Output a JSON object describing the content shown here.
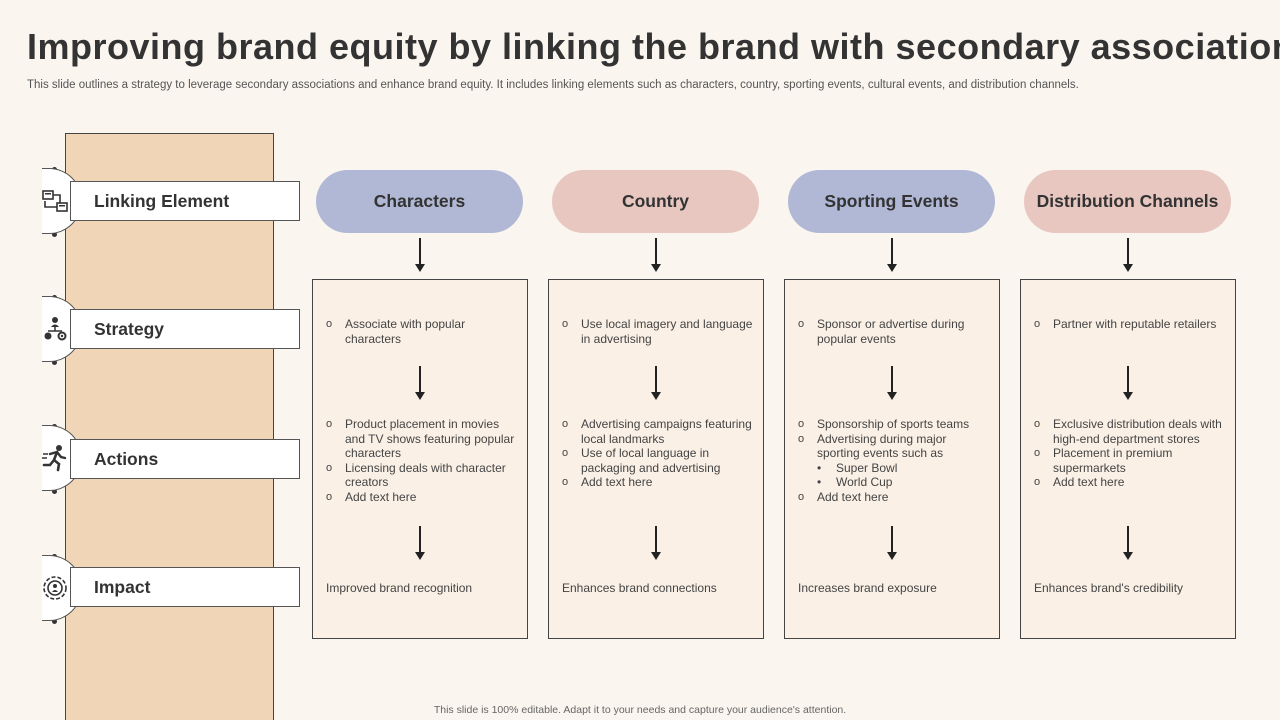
{
  "title": "Improving brand equity by linking the brand with secondary associations",
  "subtitle": "This slide outlines a strategy to leverage secondary associations and enhance brand equity. It includes linking elements such as characters, country, sporting events, cultural events, and distribution channels.",
  "footer": "This slide is 100% editable. Adapt it to your needs and capture your audience's attention.",
  "rows": [
    {
      "label": "Linking Element",
      "icon": "linking-icon"
    },
    {
      "label": "Strategy",
      "icon": "strategy-icon"
    },
    {
      "label": "Actions",
      "icon": "running-person-icon"
    },
    {
      "label": "Impact",
      "icon": "target-icon"
    }
  ],
  "columns": [
    {
      "header": "Characters",
      "color": "#b0b8d5",
      "strategy": [
        "Associate with popular characters"
      ],
      "actions": [
        "Product placement in movies and TV  shows featuring popular characters",
        "Licensing deals with character creators",
        "Add text here"
      ],
      "impact": "Improved brand recognition"
    },
    {
      "header": "Country",
      "color": "#e8c7c1",
      "strategy": [
        "Use local imagery and language in advertising"
      ],
      "actions": [
        "Advertising campaigns featuring local landmarks",
        "Use of local language in packaging and advertising",
        "Add text here"
      ],
      "impact": "Enhances brand connections"
    },
    {
      "header": "Sporting Events",
      "color": "#b0b8d5",
      "strategy": [
        "Sponsor or advertise during popular events"
      ],
      "actions": [
        "Sponsorship of sports teams",
        "Advertising during major sporting events such as",
        "Add text here"
      ],
      "action_subitems": [
        "Super Bowl",
        "World Cup"
      ],
      "impact": "Increases brand exposure"
    },
    {
      "header": "Distribution Channels",
      "color": "#e8c7c1",
      "strategy": [
        "Partner with reputable retailers"
      ],
      "actions": [
        "Exclusive distribution deals with high-end department stores",
        "Placement in premium supermarkets",
        "Add text here"
      ],
      "impact": "Enhances brand's credibility"
    }
  ]
}
